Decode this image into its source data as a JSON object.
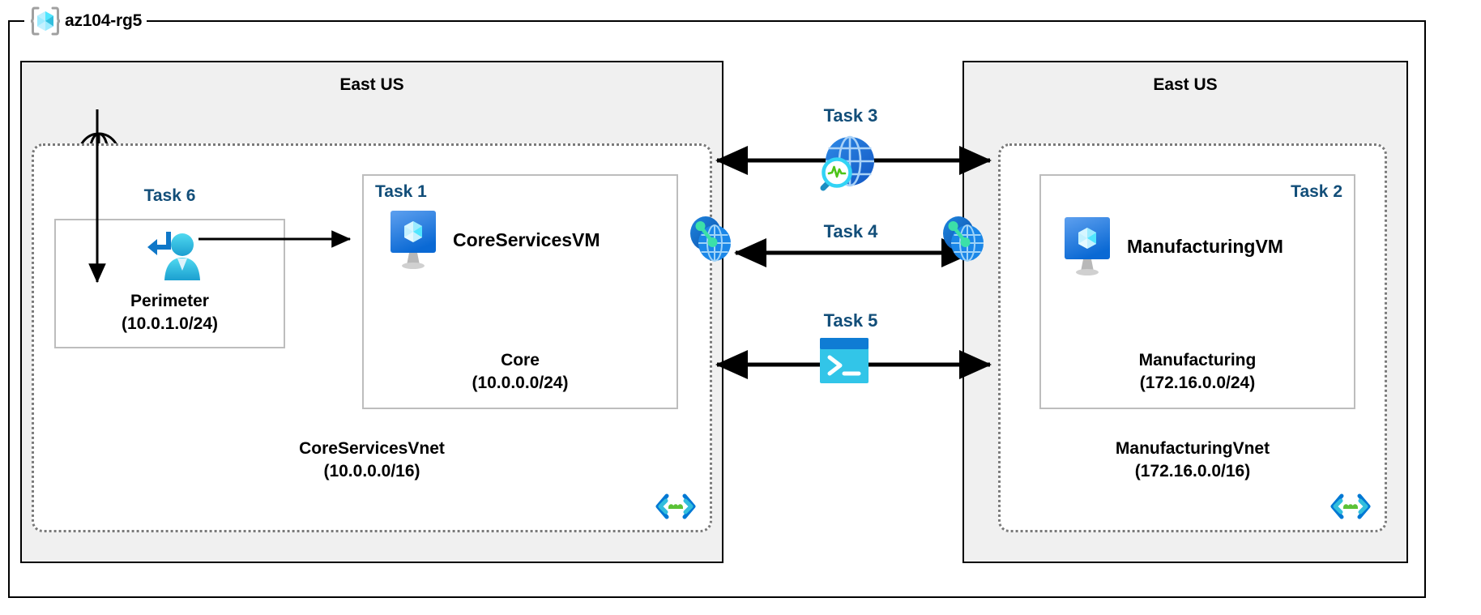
{
  "diagram": {
    "title": "az104-rg5",
    "resource_group_icon": "azure-resource-group-icon",
    "regions": [
      {
        "id": "left",
        "name": "East US"
      },
      {
        "id": "right",
        "name": "East US"
      }
    ],
    "vnets": [
      {
        "id": "core",
        "name": "CoreServicesVnet",
        "cidr": "(10.0.0.0/16)",
        "icon": "virtual-network-icon"
      },
      {
        "id": "manufacturing",
        "name": "ManufacturingVnet",
        "cidr": "(172.16.0.0/16)",
        "icon": "virtual-network-icon"
      }
    ],
    "subnets": [
      {
        "id": "perimeter",
        "name": "Perimeter",
        "cidr": "(10.0.1.0/24)",
        "task": "Task 6",
        "icon": "user-login-icon"
      },
      {
        "id": "core",
        "name": "Core",
        "cidr": "(10.0.0.0/24)",
        "task": "Task 1",
        "vm": "CoreServicesVM",
        "icon": "virtual-machine-icon"
      },
      {
        "id": "manufacturing",
        "name": "Manufacturing",
        "cidr": "(172.16.0.0/24)",
        "task": "Task 2",
        "vm": "ManufacturingVM",
        "icon": "virtual-machine-icon"
      }
    ],
    "connections": [
      {
        "id": "task3",
        "label": "Task 3",
        "icon": "network-watcher-icon",
        "direction": "bidirectional"
      },
      {
        "id": "task4",
        "label": "Task 4",
        "icon": "none",
        "direction": "bidirectional"
      },
      {
        "id": "task5",
        "label": "Task 5",
        "icon": "cloud-shell-icon",
        "direction": "bidirectional"
      }
    ],
    "peering_icons": [
      {
        "id": "peer-left",
        "icon": "vnet-peering-icon"
      },
      {
        "id": "peer-right",
        "icon": "vnet-peering-icon"
      }
    ],
    "internet": {
      "icon": "globe-icon"
    },
    "colors": {
      "task_text": "#124e79",
      "region_fill": "#f0f0f0",
      "region_border": "#000000",
      "vnet_border": "#7a7a7a",
      "subnet_border": "#bdbdbd",
      "azure_blue": "#0078d4",
      "azure_cyan": "#50e6ff",
      "accent_green": "#5bc236",
      "arrow_color": "#000000"
    }
  }
}
